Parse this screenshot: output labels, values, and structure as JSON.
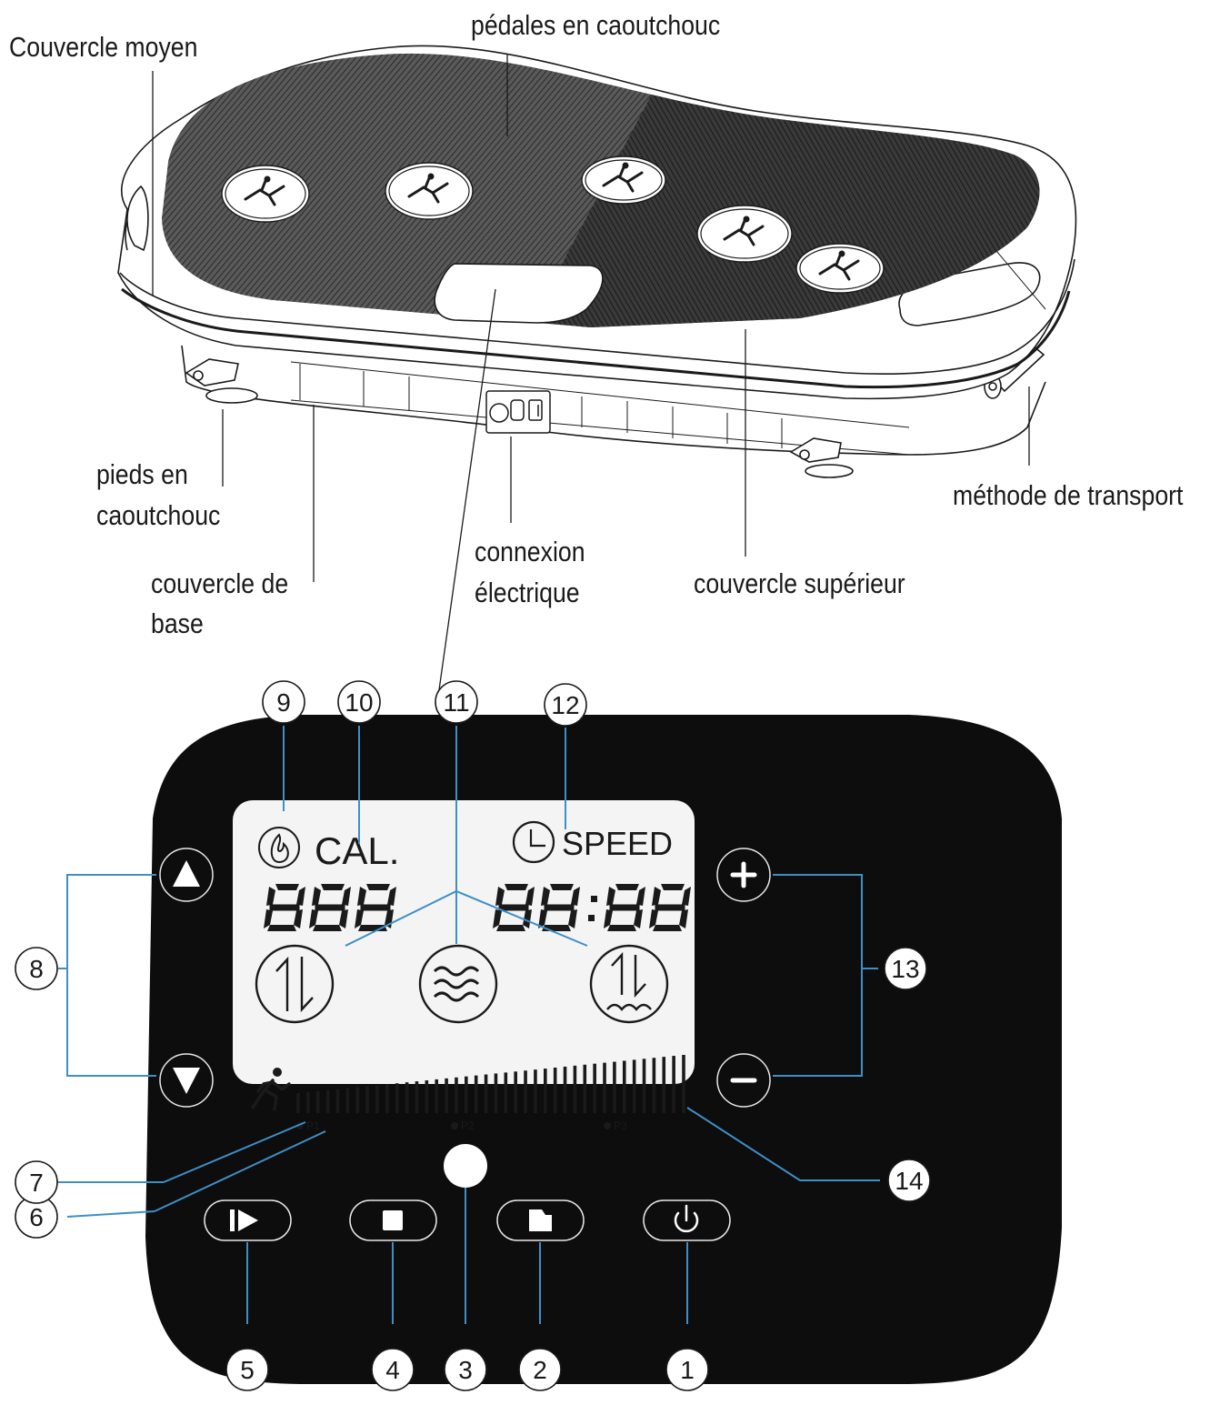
{
  "colors": {
    "ink": "#1a1a1a",
    "leader_blue": "#3f8fc7",
    "panel": "#0d0d0d",
    "lcd": "#f4f4f4",
    "mat": "#4a4a4a",
    "mat_dark": "#2f2f2f"
  },
  "labels": {
    "middle_cover": "Couvercle moyen",
    "rubber_pedals": "pédales en caoutchouc",
    "rubber_feet_1": "pieds en",
    "rubber_feet_2": "caoutchouc",
    "base_cover_1": "couvercle de",
    "base_cover_2": "base",
    "power_connection_1": "connexion",
    "power_connection_2": "électrique",
    "top_cover": "couvercle supérieur",
    "transport": "méthode de transport"
  },
  "display": {
    "cal_label": "CAL.",
    "speed_label": "SPEED",
    "calorie_digits": "888",
    "time_digits": "88:88",
    "program_markers": [
      "P1",
      "P2",
      "P3"
    ],
    "speed_bar_count": 40
  },
  "icons": {
    "calorie": "flame-icon",
    "timer": "clock-icon",
    "mode_vertical": "up-down-arrows-icon",
    "mode_wave": "wave-icon",
    "mode_combo": "up-down-wave-icon",
    "runner": "runner-icon",
    "speed_up": "triangle-up-icon",
    "speed_down": "triangle-down-icon",
    "plus": "plus-icon",
    "minus": "minus-icon",
    "start": "play-icon",
    "stop": "stop-icon",
    "program": "program-icon",
    "power": "power-icon",
    "sensor": "sensor-icon"
  },
  "callouts": [
    "1",
    "2",
    "3",
    "4",
    "5",
    "6",
    "7",
    "8",
    "9",
    "10",
    "11",
    "12",
    "13",
    "14"
  ]
}
